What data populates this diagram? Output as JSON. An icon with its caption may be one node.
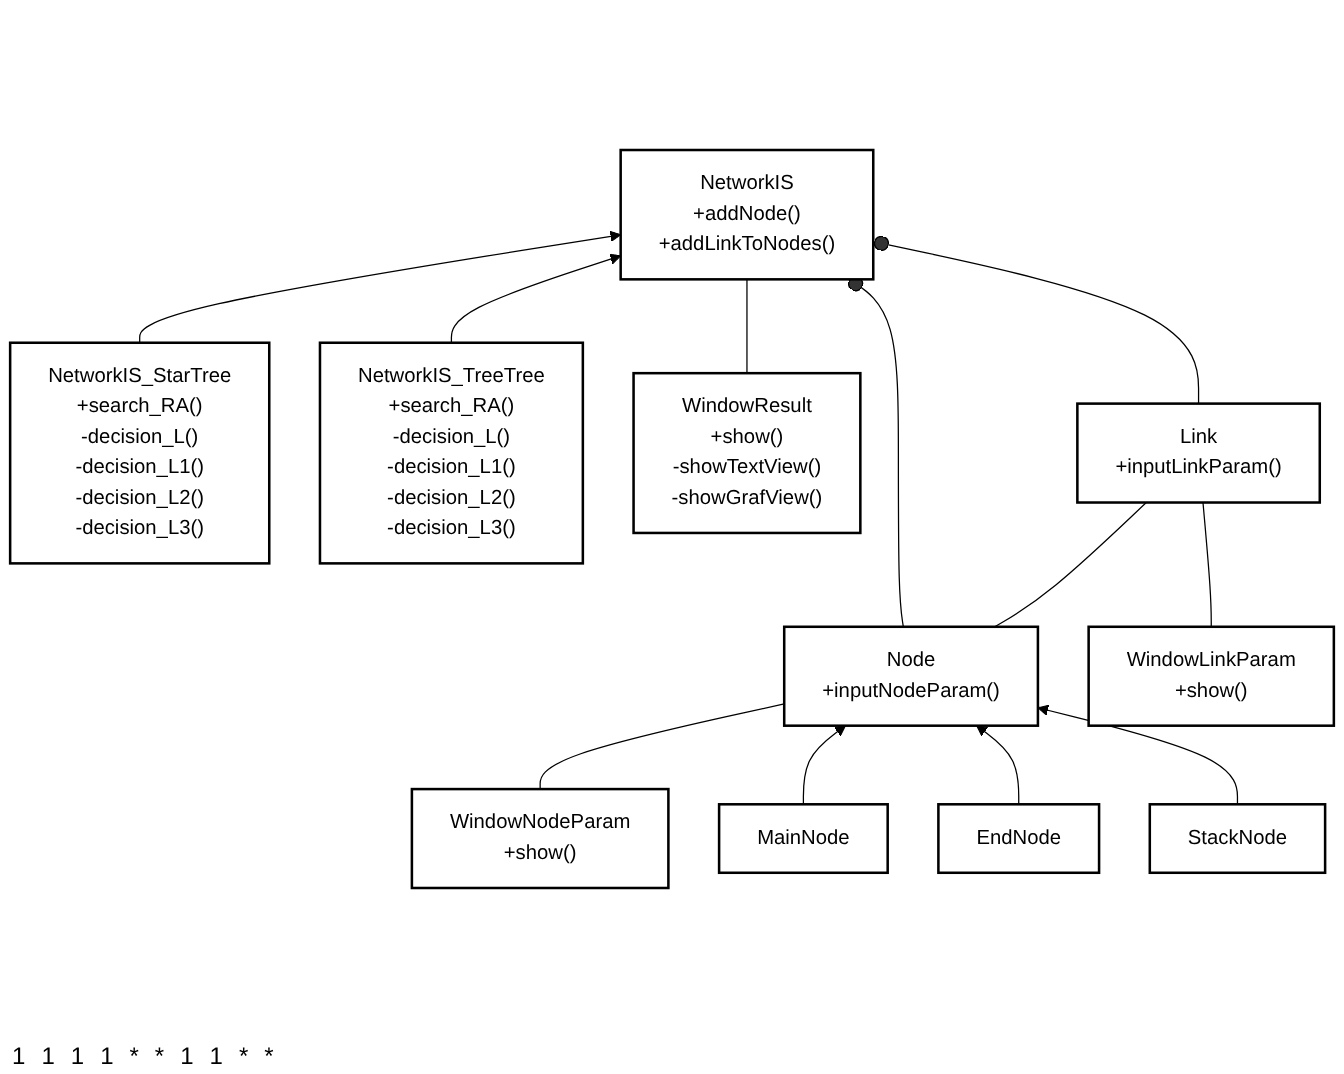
{
  "diagram": {
    "nodes": [
      {
        "text": [
          "NetworkIS_StarTree",
          "+search_RA()",
          "-decision_L()",
          "-decision_L1()",
          "-decision_L2()",
          "-decision_L3()"
        ]
      },
      {
        "text": [
          "NetworkIS_TreeTree",
          "+search_RA()",
          "-decision_L()",
          "-decision_L1()",
          "-decision_L2()",
          "-decision_L3()"
        ]
      },
      {
        "text": [
          "NetworkIS",
          "+addNode()",
          "+addLinkToNodes()"
        ]
      },
      {
        "text": [
          "WindowResult",
          "+show()",
          "-showTextView()",
          "-showGrafView()"
        ]
      },
      {
        "text": [
          "WindowLinkParam",
          "+show()"
        ]
      },
      {
        "text": [
          "WindowNodeParam",
          "+show()"
        ]
      },
      {
        "text": [
          "Node",
          "+inputNodeParam()"
        ]
      },
      {
        "text": [
          "Link",
          "+inputLinkParam()"
        ]
      },
      {
        "text": [
          "MainNode"
        ]
      },
      {
        "text": [
          "EndNode"
        ]
      },
      {
        "text": [
          "StackNode"
        ]
      }
    ],
    "edges": [
      {
        "from": 0,
        "to": 2,
        "arrow": "to"
      },
      {
        "from": 1,
        "to": 2,
        "arrow": "to"
      },
      {
        "from": 3,
        "to": 2,
        "arrow": "none"
      },
      {
        "from": 6,
        "to": 2,
        "arrow": "other"
      },
      {
        "from": 7,
        "to": 2,
        "arrow": "other"
      },
      {
        "from": 4,
        "to": 7,
        "arrow": "none"
      },
      {
        "from": 5,
        "to": 6,
        "arrow": "none"
      },
      {
        "from": 6,
        "to": 7,
        "arrow": "none"
      },
      {
        "from": 8,
        "to": 6,
        "arrow": "to"
      },
      {
        "from": 9,
        "to": 6,
        "arrow": "to"
      },
      {
        "from": 10,
        "to": 6,
        "arrow": "to"
      }
    ],
    "labels": [
      "1",
      "1",
      "1",
      "1",
      "*",
      "*",
      "1",
      "1",
      "*",
      "*"
    ]
  }
}
